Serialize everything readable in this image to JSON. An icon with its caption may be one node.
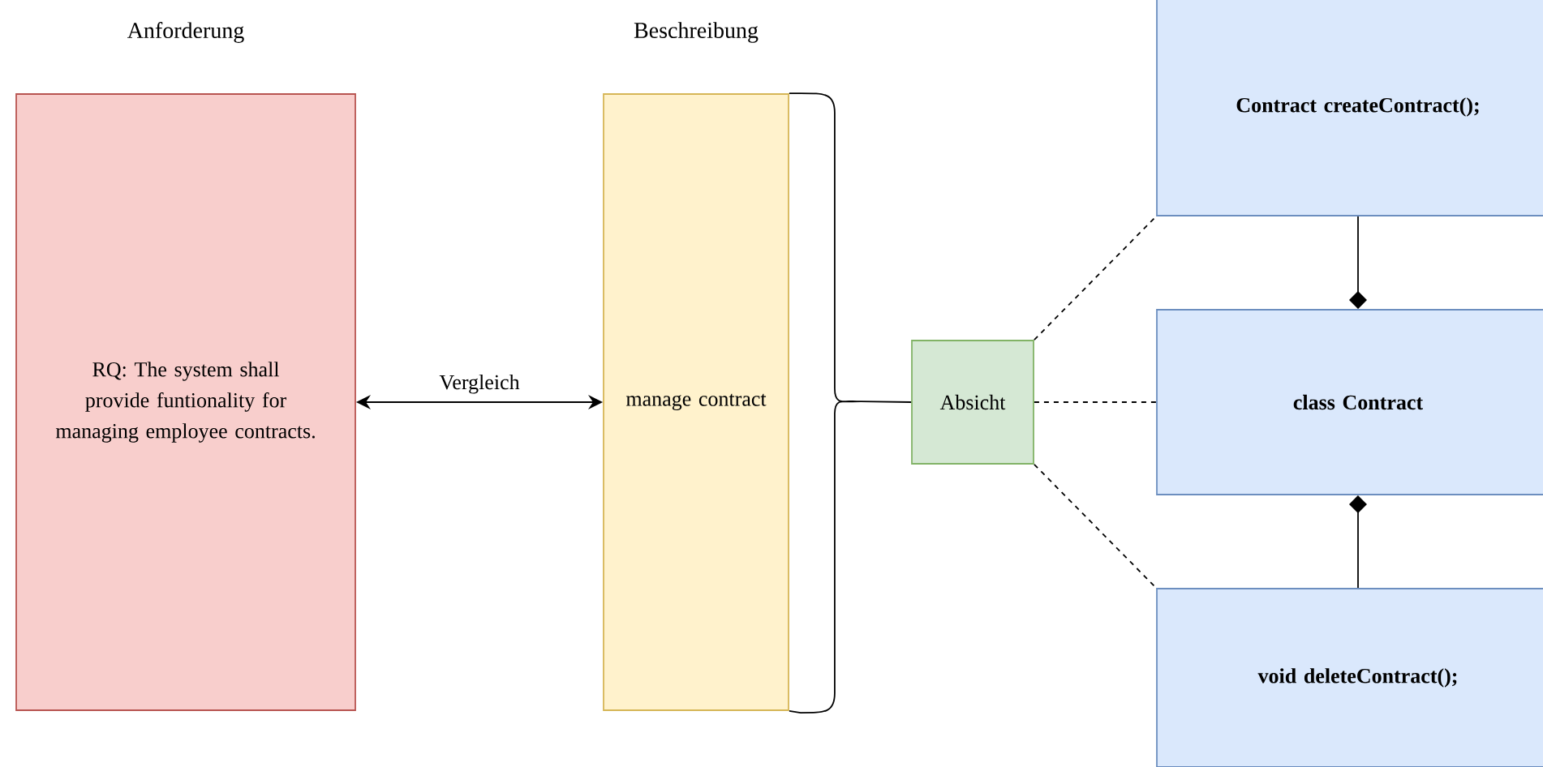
{
  "diagram": {
    "nodes": [
      {
        "text": [
          "Anforderung",
          "RQ: The system shall provide funtionality for managing employee contracts."
        ]
      },
      {
        "text": [
          "Beschreibung",
          "manage contract"
        ]
      },
      {
        "text": [
          "Absicht"
        ]
      },
      {
        "text": [
          "Contract createContract();"
        ]
      },
      {
        "text": [
          "class Contract"
        ]
      },
      {
        "text": [
          "void deleteContract();"
        ]
      }
    ],
    "edges": [
      {
        "from": 0,
        "to": 1,
        "arrow": "both",
        "label": "Vergleich"
      },
      {
        "from": 1,
        "to": 2,
        "arrow": "none"
      },
      {
        "from": 2,
        "to": 3,
        "arrow": "none",
        "style": "dashed"
      },
      {
        "from": 2,
        "to": 4,
        "arrow": "none",
        "style": "dashed"
      },
      {
        "from": 2,
        "to": 5,
        "arrow": "none",
        "style": "dashed"
      },
      {
        "from": 3,
        "to": 4,
        "arrow": "other"
      },
      {
        "from": 5,
        "to": 4,
        "arrow": "other"
      }
    ]
  }
}
